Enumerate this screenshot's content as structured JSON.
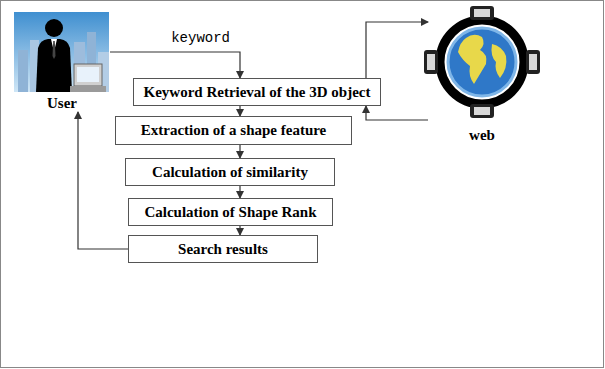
{
  "diagram": {
    "nodes": [
      {
        "text": [
          "User"
        ]
      },
      {
        "text": [
          "Keyword Retrieval of the 3D object"
        ]
      },
      {
        "text": [
          "web"
        ]
      },
      {
        "text": [
          "Extraction of a shape feature"
        ]
      },
      {
        "text": [
          "Calculation of similarity"
        ]
      },
      {
        "text": [
          "Calculation of Shape Rank"
        ]
      },
      {
        "text": [
          "Search results"
        ]
      }
    ],
    "edges": [
      {
        "from": 0,
        "to": 1,
        "label": "keyword",
        "arrow": "to"
      },
      {
        "from": 1,
        "to": 2,
        "arrow": "to"
      },
      {
        "from": 2,
        "to": 1,
        "arrow": "to"
      },
      {
        "from": 1,
        "to": 3,
        "arrow": "to"
      },
      {
        "from": 3,
        "to": 4,
        "arrow": "to"
      },
      {
        "from": 4,
        "to": 5,
        "arrow": "to"
      },
      {
        "from": 5,
        "to": 6,
        "arrow": "to"
      },
      {
        "from": 6,
        "to": 0,
        "arrow": "to"
      }
    ]
  }
}
